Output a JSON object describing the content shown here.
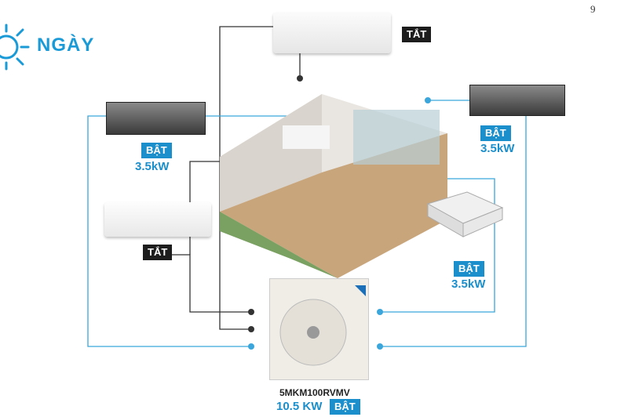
{
  "page": {
    "number": "9"
  },
  "header": {
    "mode_label": "NGÀY",
    "icon": "sun-icon"
  },
  "colors": {
    "accent": "#1b8fcc",
    "dark": "#1d1d1d",
    "line_blue": "#3aa6dc",
    "line_dark": "#333333"
  },
  "indoor_units": [
    {
      "id": "wall-top",
      "type": "wall-mounted",
      "status": "TẮT",
      "capacity": ""
    },
    {
      "id": "duct-left",
      "type": "ducted",
      "status": "BẬT",
      "capacity": "3.5kW"
    },
    {
      "id": "duct-right",
      "type": "ducted",
      "status": "BẬT",
      "capacity": "3.5kW"
    },
    {
      "id": "wall-left",
      "type": "wall-mounted",
      "status": "TẮT",
      "capacity": ""
    },
    {
      "id": "cassette-right",
      "type": "ceiling-cassette",
      "status": "BẬT",
      "capacity": "3.5kW"
    }
  ],
  "outdoor_unit": {
    "model": "5MKM100RVMV",
    "capacity": "10.5 KW",
    "status": "BẬT"
  }
}
